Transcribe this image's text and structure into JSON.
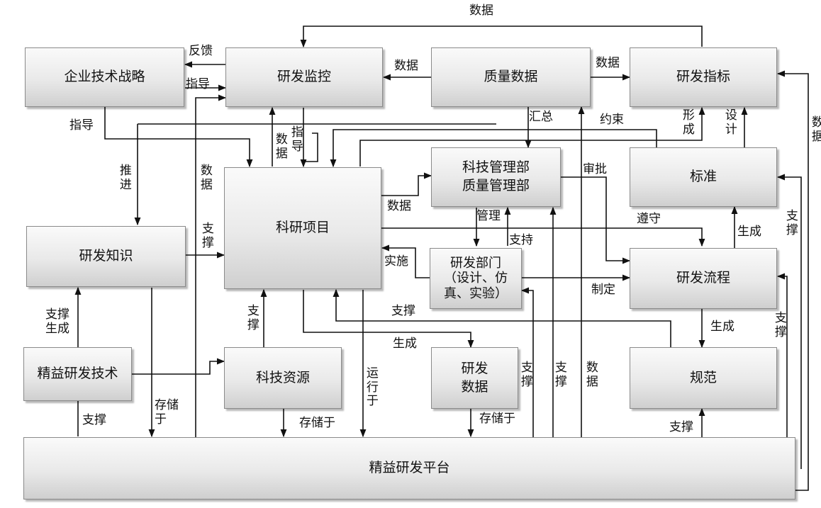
{
  "boxes": {
    "enterprise_strategy": "企业技术战略",
    "rd_monitor": "研发监控",
    "quality_data": "质量数据",
    "rd_indicator": "研发指标",
    "mgmt_dept_line1": "科技管理部",
    "mgmt_dept_line2": "质量管理部",
    "standard": "标准",
    "rd_knowledge": "研发知识",
    "research_project": "科研项目",
    "rd_department": "研发部门\n（设计、仿\n真、实验）",
    "rd_process": "研发流程",
    "lean_tech": "精益研发技术",
    "tech_resource": "科技资源",
    "rd_data": "研发\n数据",
    "specification": "规范",
    "lean_platform": "精益研发平台"
  },
  "labels": {
    "top_data": "数据",
    "feedback": "反馈",
    "guide_right": "指导",
    "data_q_to_monitor": "数据",
    "data_q_to_indicator": "数据",
    "data_right_edge": "数据",
    "guide_left": "指导",
    "summary": "汇总",
    "constraint": "约束",
    "form": "形成",
    "design": "设计",
    "promote": "推进",
    "data_v_left": "数据",
    "data_monitor_v": "数据",
    "guide_monitor_v": "指导",
    "approve": "审批",
    "data_proj_mgmt": "数据",
    "manage": "管理",
    "support_right_1": "支撑",
    "support_knowledge": "支撑",
    "comply": "遵守",
    "generate_std": "生成",
    "support_dept": "支持",
    "implement": "实施",
    "formulate": "制定",
    "support_right_2": "支撑",
    "support_res": "支撑",
    "support_mid": "支撑",
    "generate_spec": "生成",
    "support_gen": "支撑生成",
    "generate_data": "生成",
    "run_on": "运行于",
    "support_v1": "支撑",
    "support_v2": "支撑",
    "data_v_mid": "数据",
    "store_in_1": "存储于",
    "store_in_2": "存储于",
    "store_in_3": "存储于",
    "support_lean": "支撑",
    "support_platform": "支撑"
  }
}
